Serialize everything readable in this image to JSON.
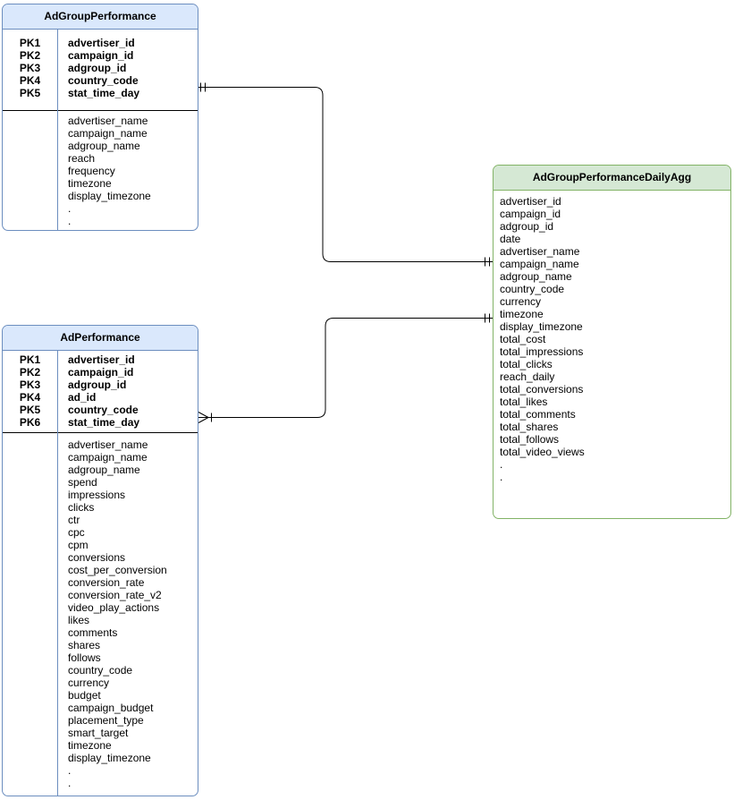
{
  "diagram": {
    "type": "entity-relationship",
    "colors": {
      "blue_fill": "#dae8fc",
      "blue_stroke": "#6c8ebf",
      "green_fill": "#d5e8d4",
      "green_stroke": "#82b366",
      "line": "#000000"
    },
    "tables": [
      {
        "title": "AdGroupPerformance",
        "accent": "blue",
        "primary_keys": [
          {
            "key": "PK1",
            "field": "advertiser_id"
          },
          {
            "key": "PK2",
            "field": "campaign_id"
          },
          {
            "key": "PK3",
            "field": "adgroup_id"
          },
          {
            "key": "PK4",
            "field": "country_code"
          },
          {
            "key": "PK5",
            "field": "stat_time_day"
          }
        ],
        "fields": [
          "advertiser_name",
          "campaign_name",
          "adgroup_name",
          "reach",
          "frequency",
          "timezone",
          "display_timezone",
          ".",
          "."
        ]
      },
      {
        "title": "AdPerformance",
        "accent": "blue",
        "primary_keys": [
          {
            "key": "PK1",
            "field": "advertiser_id"
          },
          {
            "key": "PK2",
            "field": "campaign_id"
          },
          {
            "key": "PK3",
            "field": "adgroup_id"
          },
          {
            "key": "PK4",
            "field": "ad_id"
          },
          {
            "key": "PK5",
            "field": "country_code"
          },
          {
            "key": "PK6",
            "field": "stat_time_day"
          }
        ],
        "fields": [
          "advertiser_name",
          "campaign_name",
          "adgroup_name",
          "spend",
          "impressions",
          "clicks",
          "ctr",
          "cpc",
          "cpm",
          "conversions",
          "cost_per_conversion",
          "conversion_rate",
          "conversion_rate_v2",
          "video_play_actions",
          "likes",
          "comments",
          "shares",
          "follows",
          "country_code",
          "currency",
          "budget",
          "campaign_budget",
          "placement_type",
          "smart_target",
          "timezone",
          "display_timezone",
          ".",
          "."
        ]
      },
      {
        "title": "AdGroupPerformanceDailyAgg",
        "accent": "green",
        "primary_keys": [],
        "fields": [
          "advertiser_id",
          "campaign_id",
          "adgroup_id",
          "date",
          "advertiser_name",
          "campaign_name",
          "adgroup_name",
          "country_code",
          "currency",
          "timezone",
          "display_timezone",
          "total_cost",
          "total_impressions",
          "total_clicks",
          "reach_daily",
          "total_conversions",
          "total_likes",
          "total_comments",
          "total_shares",
          "total_follows",
          "total_video_views",
          ".",
          "."
        ]
      }
    ],
    "relationships": [
      {
        "from": "AdGroupPerformance",
        "to": "AdGroupPerformanceDailyAgg",
        "from_cardinality": "one-and-only-one",
        "to_cardinality": "one-and-only-one"
      },
      {
        "from": "AdPerformance",
        "to": "AdGroupPerformanceDailyAgg",
        "from_cardinality": "many",
        "to_cardinality": "one-and-only-one"
      }
    ]
  }
}
